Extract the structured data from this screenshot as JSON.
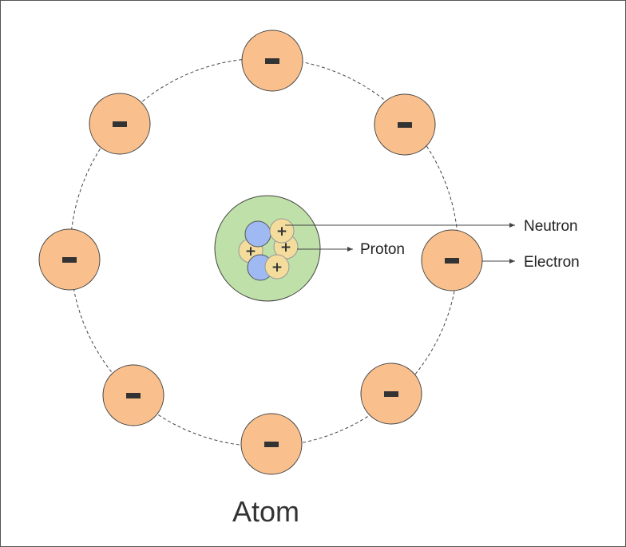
{
  "diagram": {
    "caption": "Atom",
    "labels": {
      "neutron": "Neutron",
      "proton": "Proton",
      "electron": "Electron"
    },
    "electron_count": 8,
    "nucleus": {
      "protons": 4,
      "neutrons": 2,
      "proton_sign": "+",
      "electron_sign": "−"
    },
    "colors": {
      "electron_fill": "#f9c08e",
      "nucleus_fill": "#bfe0a9",
      "proton_fill": "#f3dc9c",
      "neutron_fill": "#9fb9f2",
      "sign": "#333333",
      "orbit": "#444444"
    }
  }
}
